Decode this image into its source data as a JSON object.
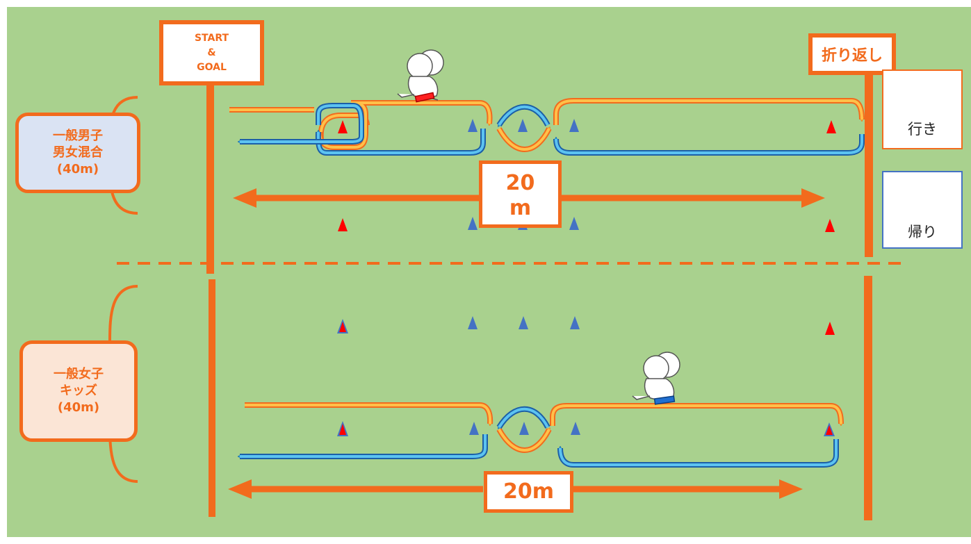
{
  "signs": {
    "start_line1": "START",
    "start_line2": "&",
    "start_line3": "GOAL",
    "turn": "折り返し"
  },
  "categories": {
    "top": {
      "line1": "一般男子",
      "line2": "男女混合",
      "line3": "(40m)"
    },
    "bottom": {
      "line1": "一般女子",
      "line2": "キッズ",
      "line3": "(40m)"
    }
  },
  "distances": {
    "top_line1": "20",
    "top_line2": "m",
    "bottom": "20m"
  },
  "legend": {
    "outbound": "行き",
    "return": "帰り"
  },
  "colors": {
    "field": "#a9d18e",
    "orange": "#f26b1d",
    "outbound_arrow": "#ffb020",
    "return_arrow": "#1fa0e0",
    "cone_red": "#ff0000",
    "cone_blue": "#4472c4",
    "top_category_fill": "#dae3f3",
    "bottom_category_fill": "#fbe5d6"
  }
}
